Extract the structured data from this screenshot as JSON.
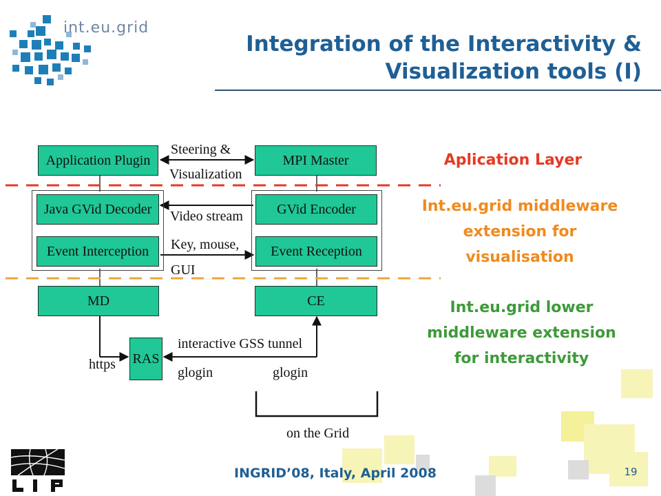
{
  "header": {
    "logo_text": "int.eu.grid",
    "title_line1": "Integration of the Interactivity &",
    "title_line2": "Visualization tools (I)"
  },
  "diagram": {
    "boxes": {
      "app_plugin": "Application Plugin",
      "mpi_master": "MPI Master",
      "java_decoder": "Java GVid Decoder",
      "gvid_encoder": "GVid Encoder",
      "event_interception": "Event Interception",
      "event_reception": "Event Reception",
      "md": "MD",
      "ce": "CE",
      "ras": "RAS"
    },
    "labels": {
      "steering_1": "Steering &",
      "steering_2": "Visualization",
      "video_stream": "Video stream",
      "key_mouse_1": "Key, mouse,",
      "key_mouse_2": "GUI",
      "gss_tunnel": "interactive GSS tunnel",
      "glogin_left": "glogin",
      "glogin_right": "glogin",
      "https": "https",
      "on_grid": "on the Grid"
    }
  },
  "layers": {
    "application": "Aplication Layer",
    "middleware_1": "Int.eu.grid middleware",
    "middleware_2": "extension for",
    "middleware_3": "visualisation",
    "lower_1": "Int.eu.grid lower",
    "lower_2": "middleware extension",
    "lower_3": "for interactivity"
  },
  "footer": {
    "conference": "INGRID’08, Italy, April 2008",
    "page_number": "19"
  },
  "colors": {
    "title_blue": "#1f5f95",
    "box_green": "#1fc896",
    "application_red": "#e43a24",
    "middleware_orange": "#f08a1e",
    "lower_green": "#3e9a3a",
    "deco_yellow": "#f7f4b8"
  }
}
